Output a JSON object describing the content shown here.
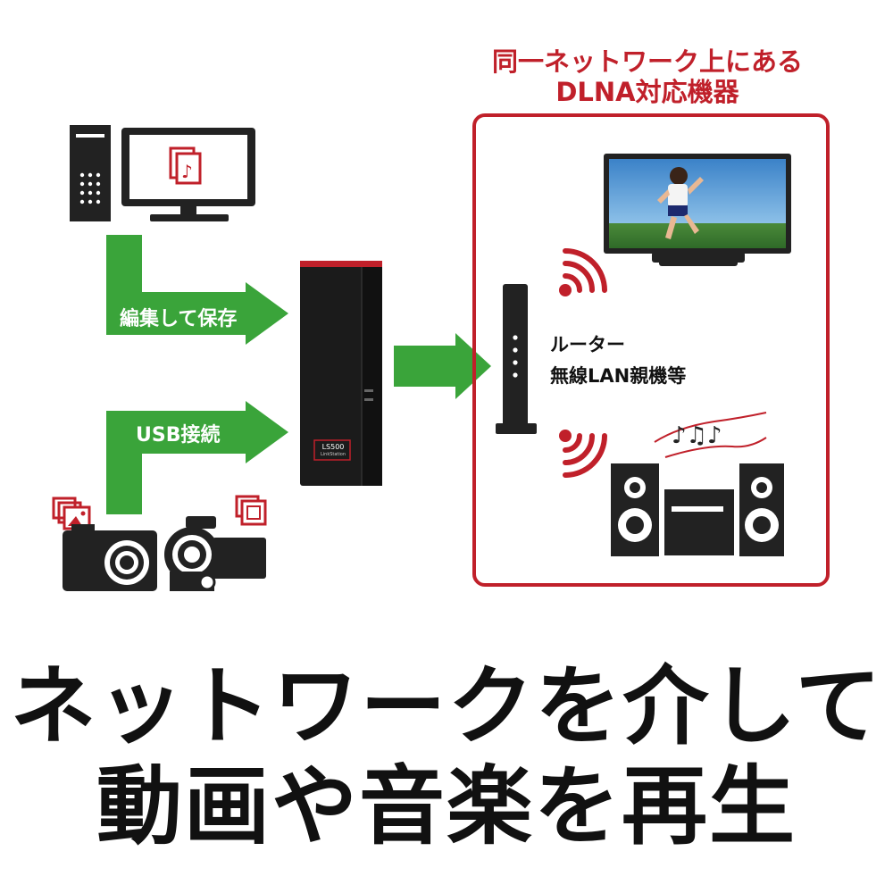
{
  "caption": {
    "line1": "同一ネットワーク上にある",
    "line2": "DLNA対応機器"
  },
  "arrows": {
    "edit_save": "編集して保存",
    "usb": "USB接続"
  },
  "nas": {
    "model_label": "LS500",
    "brand_label": "LinkStation"
  },
  "router": {
    "line1": "ルーター",
    "line2": "無線LAN親機等"
  },
  "headline": {
    "line1": "ネットワークを介して",
    "line2": "動画や音楽を再生"
  },
  "colors": {
    "red": "#c0202a",
    "green": "#3aa43a",
    "dark": "#222222"
  }
}
